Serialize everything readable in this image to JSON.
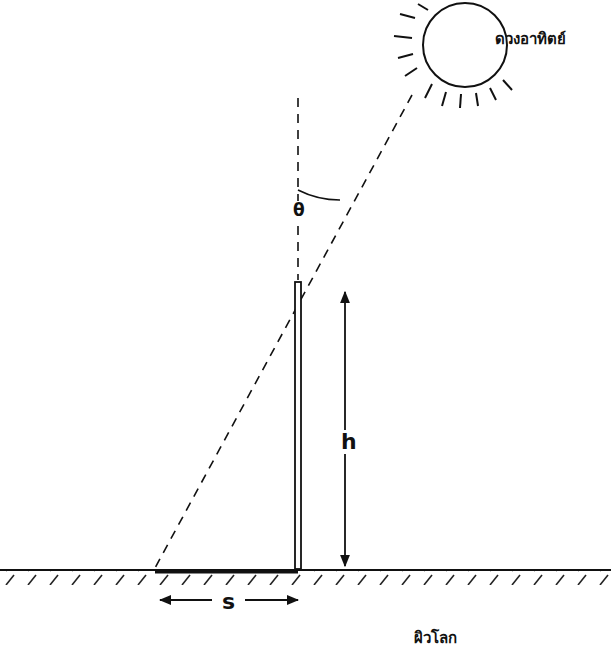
{
  "diagram": {
    "labels": [
      "ดวงอาทิตย์",
      "θ",
      "h",
      "s",
      "ผิวโลก"
    ]
  }
}
